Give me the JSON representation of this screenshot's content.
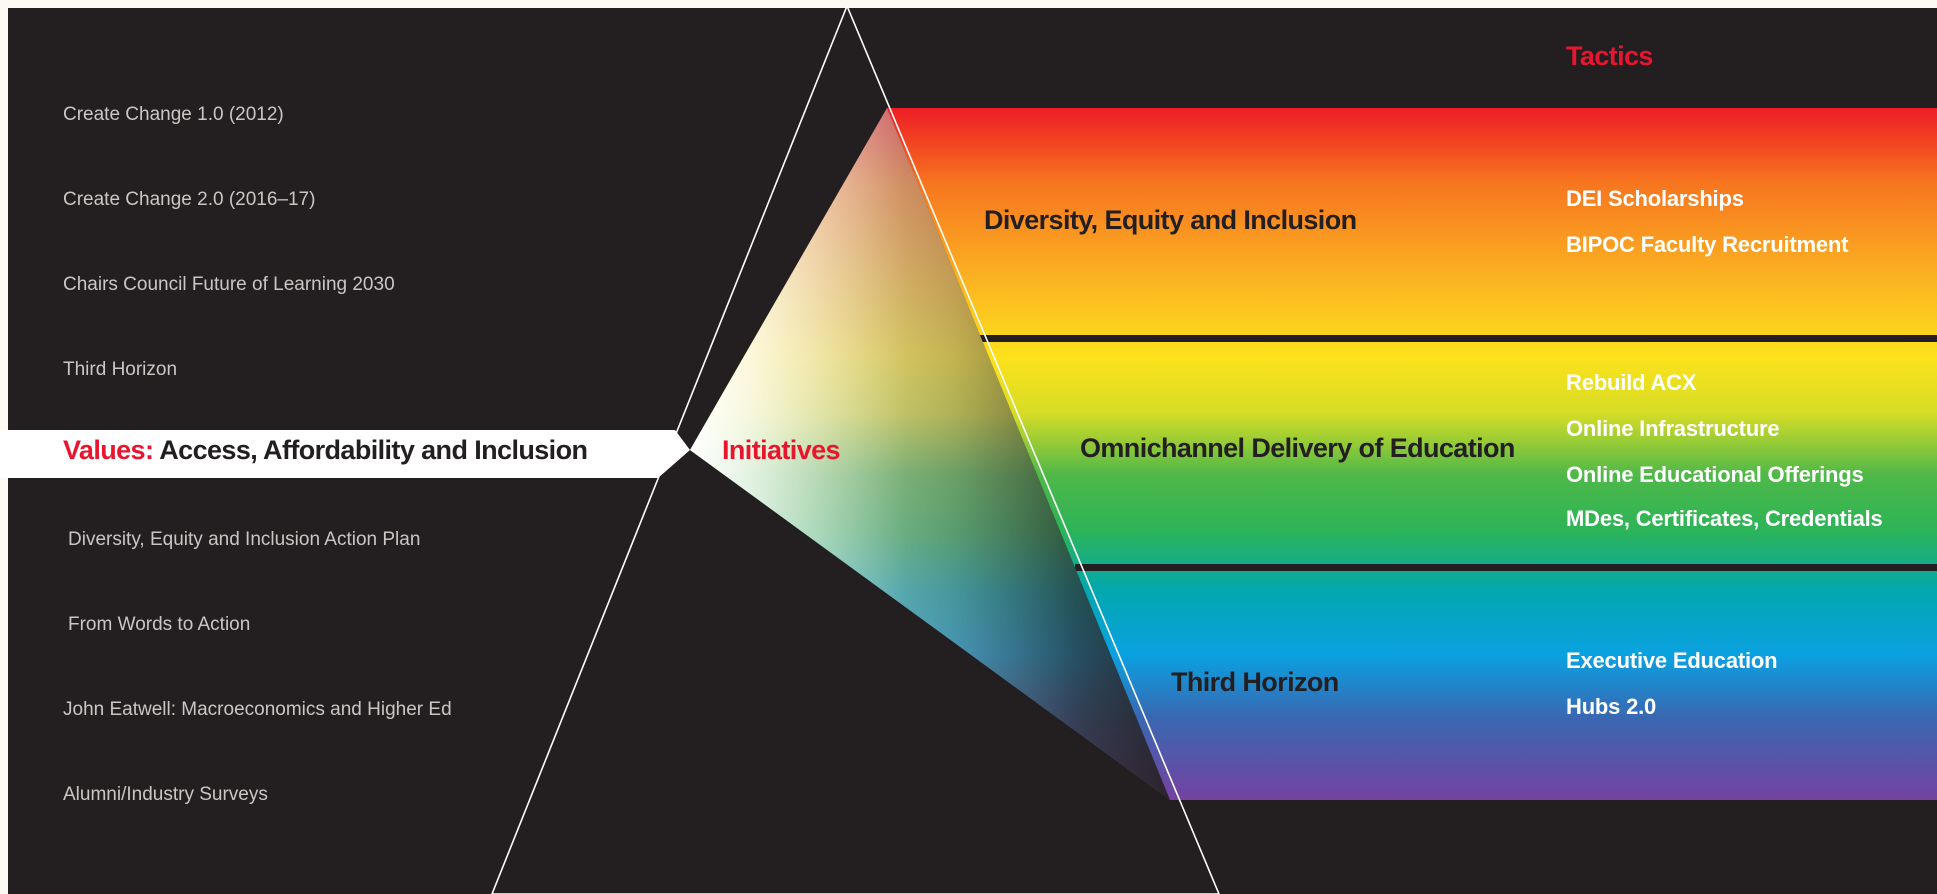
{
  "title": "Tactics",
  "initiatives_label": "Initiatives",
  "values": {
    "label": "Values:",
    "text": "Access, Affordability and Inclusion"
  },
  "sources": [
    "Create Change 1.0 (2012)",
    "Create Change 2.0 (2016–17)",
    "Chairs Council Future of Learning 2030",
    "Third Horizon",
    "Diversity, Equity and Inclusion Action Plan",
    "From Words to Action",
    "John Eatwell: Macroeconomics and Higher Ed",
    "Alumni/Industry Surveys"
  ],
  "initiatives": [
    {
      "name": "Diversity, Equity and Inclusion",
      "tactics": [
        "DEI Scholarships",
        "BIPOC Faculty Recruitment"
      ]
    },
    {
      "name": "Omnichannel Delivery of Education",
      "tactics": [
        "Rebuild ACX",
        "Online Infrastructure",
        "Online Educational Offerings",
        "MDes, Certificates, Credentials"
      ]
    },
    {
      "name": "Third Horizon",
      "tactics": [
        "Executive Education",
        "Hubs 2.0"
      ]
    }
  ],
  "colors": {
    "background": "#231f20",
    "accent_red": "#e8152e",
    "outer_background": "#fcf9f2"
  }
}
